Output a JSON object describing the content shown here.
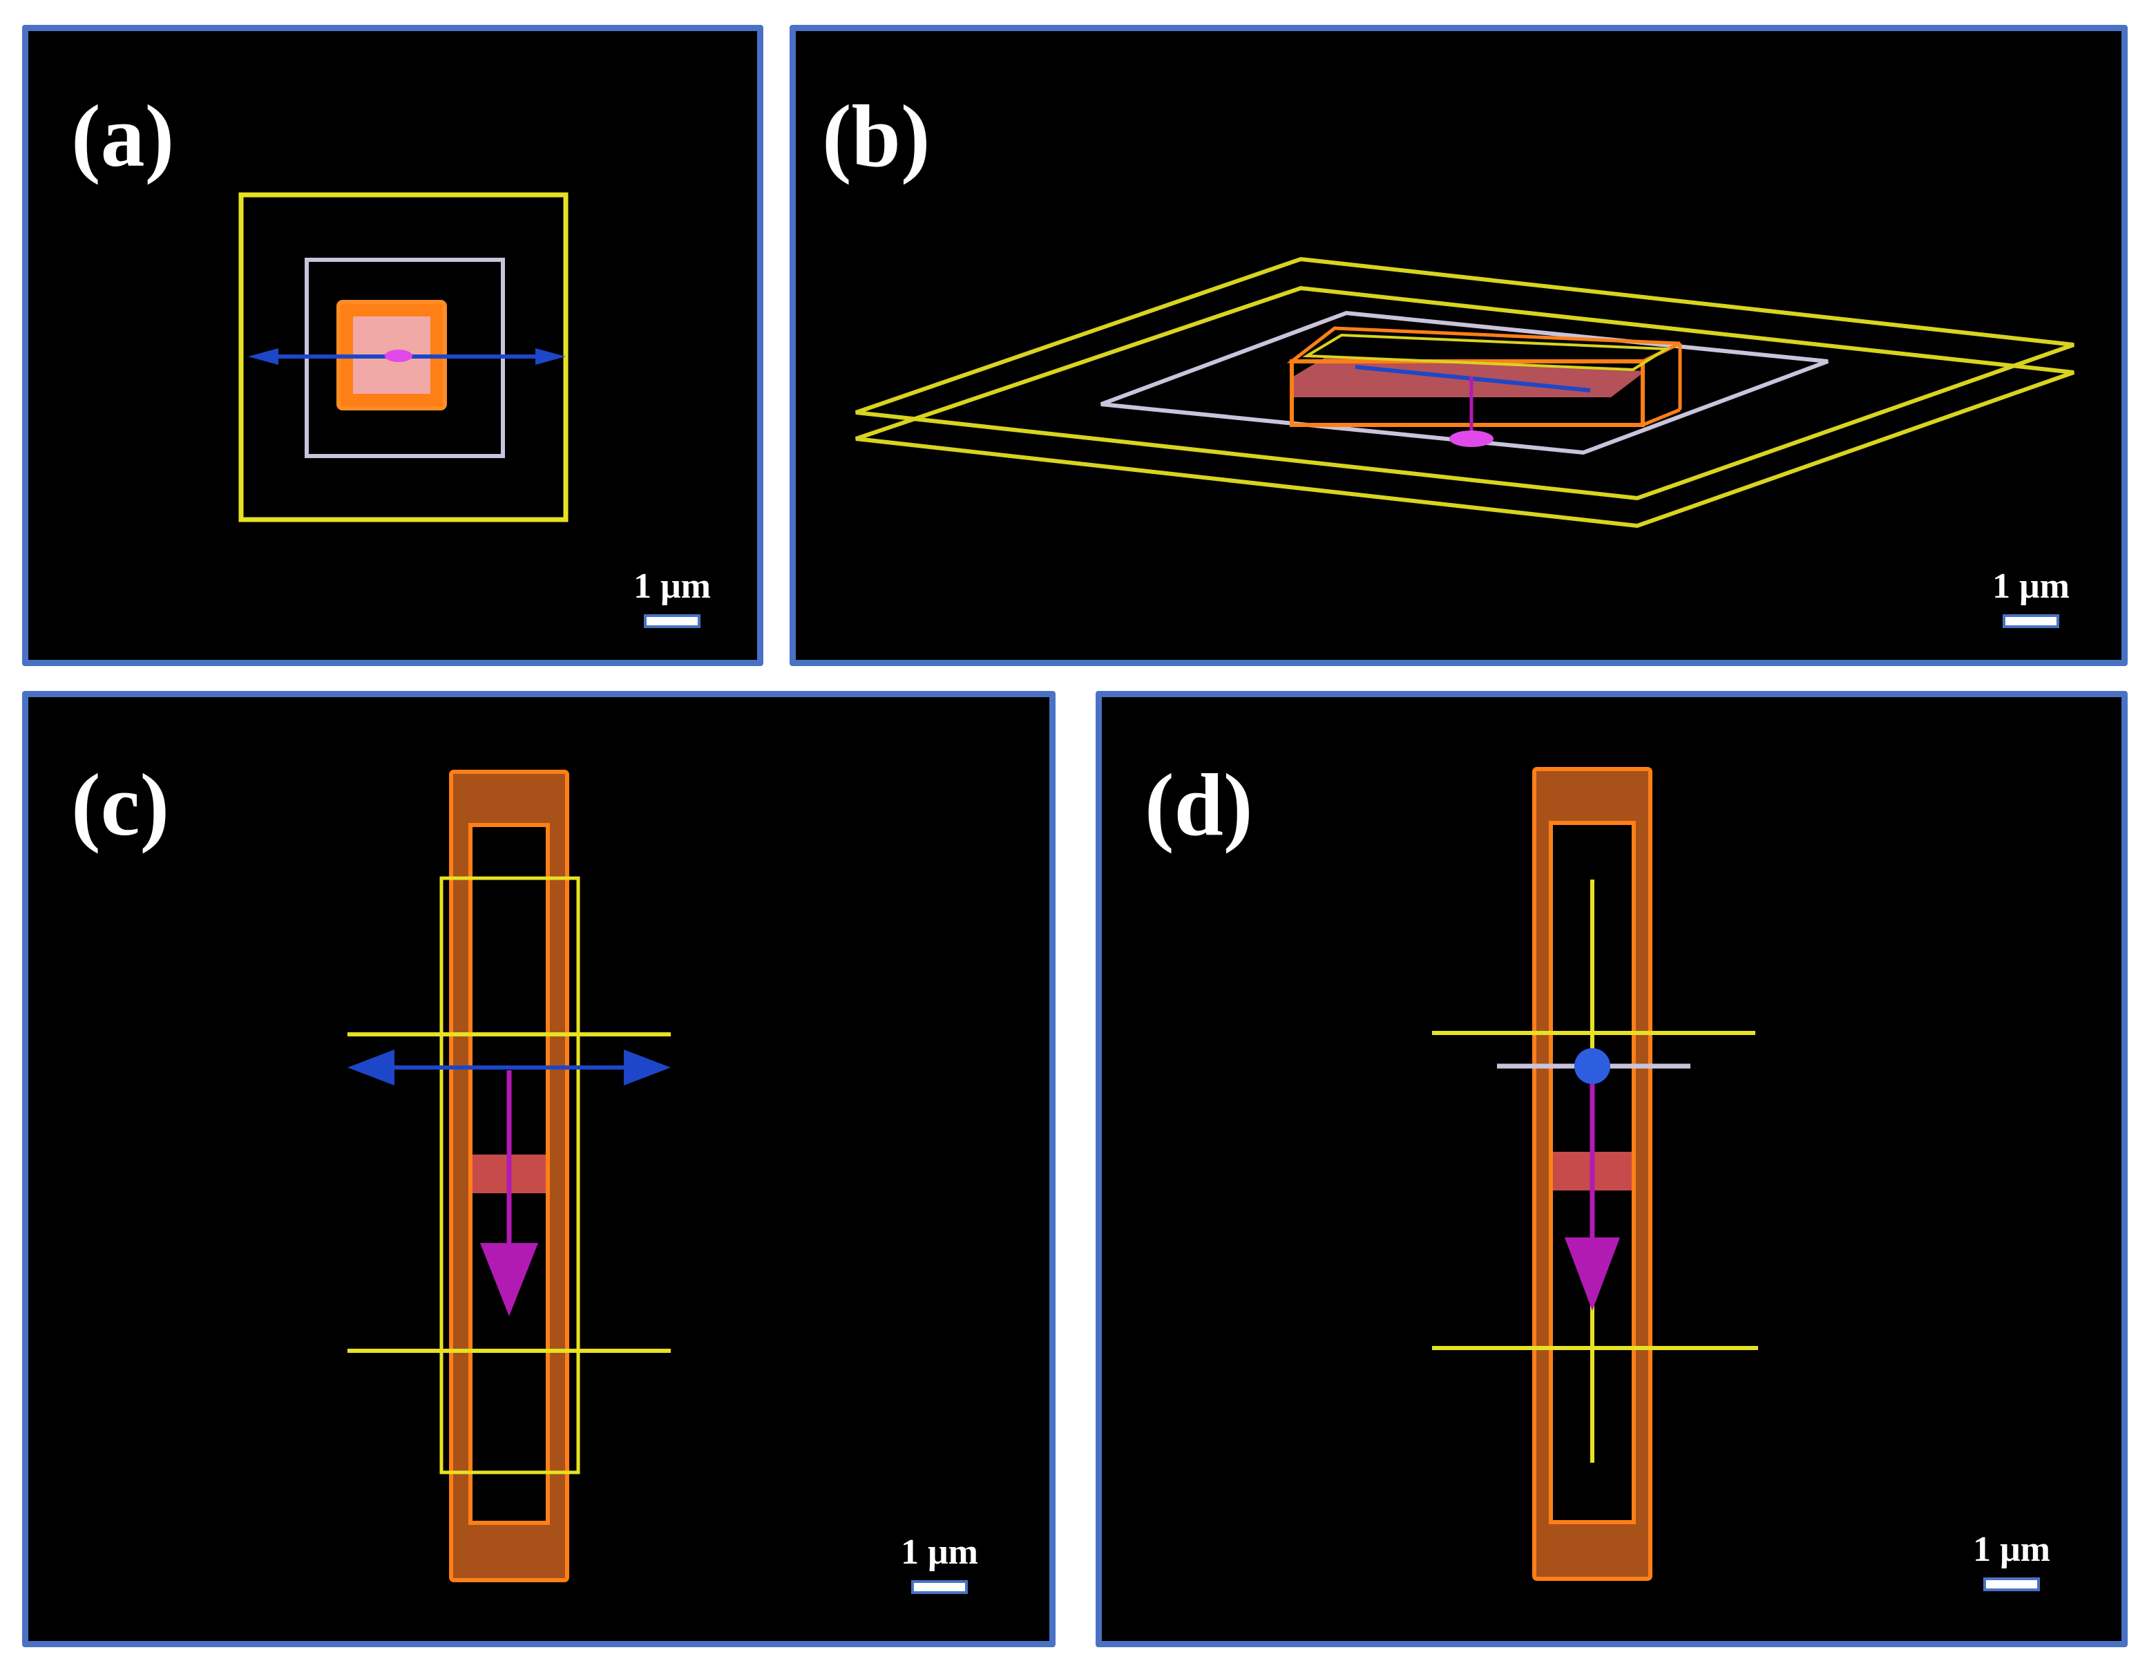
{
  "panels": [
    {
      "label": "(a)",
      "scale": "1 μm"
    },
    {
      "label": "(b)",
      "scale": "1 μm"
    },
    {
      "label": "(c)",
      "scale": "1 μm"
    },
    {
      "label": "(d)",
      "scale": "1 μm"
    }
  ],
  "colors": {
    "panel_border": "#4a72c4",
    "background": "#000000",
    "yellow": "#e6e222",
    "orange": "#ff7f17",
    "brown": "#b55a1a",
    "white_outline": "#c9c4dc",
    "pink_fill": "#f0a9a6",
    "red_band": "#c84b4b",
    "blue_arrow": "#1d47c8",
    "magenta_arrow": "#b21ab4",
    "source_dot": "#2d5ee0"
  }
}
